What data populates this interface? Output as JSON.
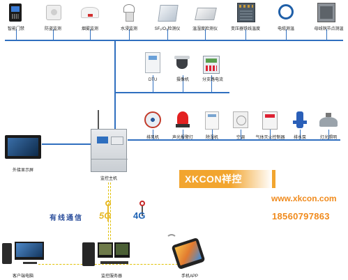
{
  "top_row": [
    {
      "label": "智能门禁",
      "icon": "access-control-icon"
    },
    {
      "label": "防盗监测",
      "icon": "motion-sensor-icon"
    },
    {
      "label": "烟雾监测",
      "icon": "smoke-detector-icon"
    },
    {
      "label": "水浸监测",
      "icon": "water-sensor-icon"
    },
    {
      "label": "SF₆/O₂检测仪",
      "icon": "gas-sensor-icon"
    },
    {
      "label": "温湿度检测仪",
      "icon": "thermo-hygrometer-icon"
    },
    {
      "label": "变压器铁线温度",
      "icon": "transformer-icon"
    },
    {
      "label": "电缆测温",
      "icon": "cable-icon"
    },
    {
      "label": "母线铜节点测温",
      "icon": "busbar-cabinet-icon"
    }
  ],
  "middle_row": [
    {
      "label": "DTU",
      "icon": "dtu-cabinet-icon"
    },
    {
      "label": "摄像机",
      "icon": "dome-camera-icon"
    },
    {
      "label": "分支路电流",
      "icon": "current-meter-icon"
    }
  ],
  "control_row": [
    {
      "label": "排风机",
      "icon": "exhaust-fan-icon"
    },
    {
      "label": "声光报警灯",
      "icon": "alarm-light-icon"
    },
    {
      "label": "除湿机",
      "icon": "dehumidifier-icon"
    },
    {
      "label": "空调",
      "icon": "air-conditioner-icon"
    },
    {
      "label": "气体灭火控制器",
      "icon": "fire-extinguisher-controller-icon"
    },
    {
      "label": "排水泵",
      "icon": "drain-pump-icon"
    },
    {
      "label": "灯光照明",
      "icon": "lamp-icon"
    }
  ],
  "host": {
    "label": "监控主机"
  },
  "display": {
    "label": "外接显示屏"
  },
  "comm": {
    "text": "有线通信",
    "badge_5g": "5G",
    "badge_4g": "4G"
  },
  "bottom": [
    {
      "label": "客户端电脑"
    },
    {
      "label": "监控服务器"
    },
    {
      "label": "手机APP"
    }
  ],
  "brand": {
    "name": "XKCON祥控",
    "site": "www.xkcon.com",
    "phone": "18560797863"
  },
  "colors": {
    "bus": "#2f6fbf",
    "accent": "#f2a52f",
    "text_orange": "#f08a1c"
  }
}
